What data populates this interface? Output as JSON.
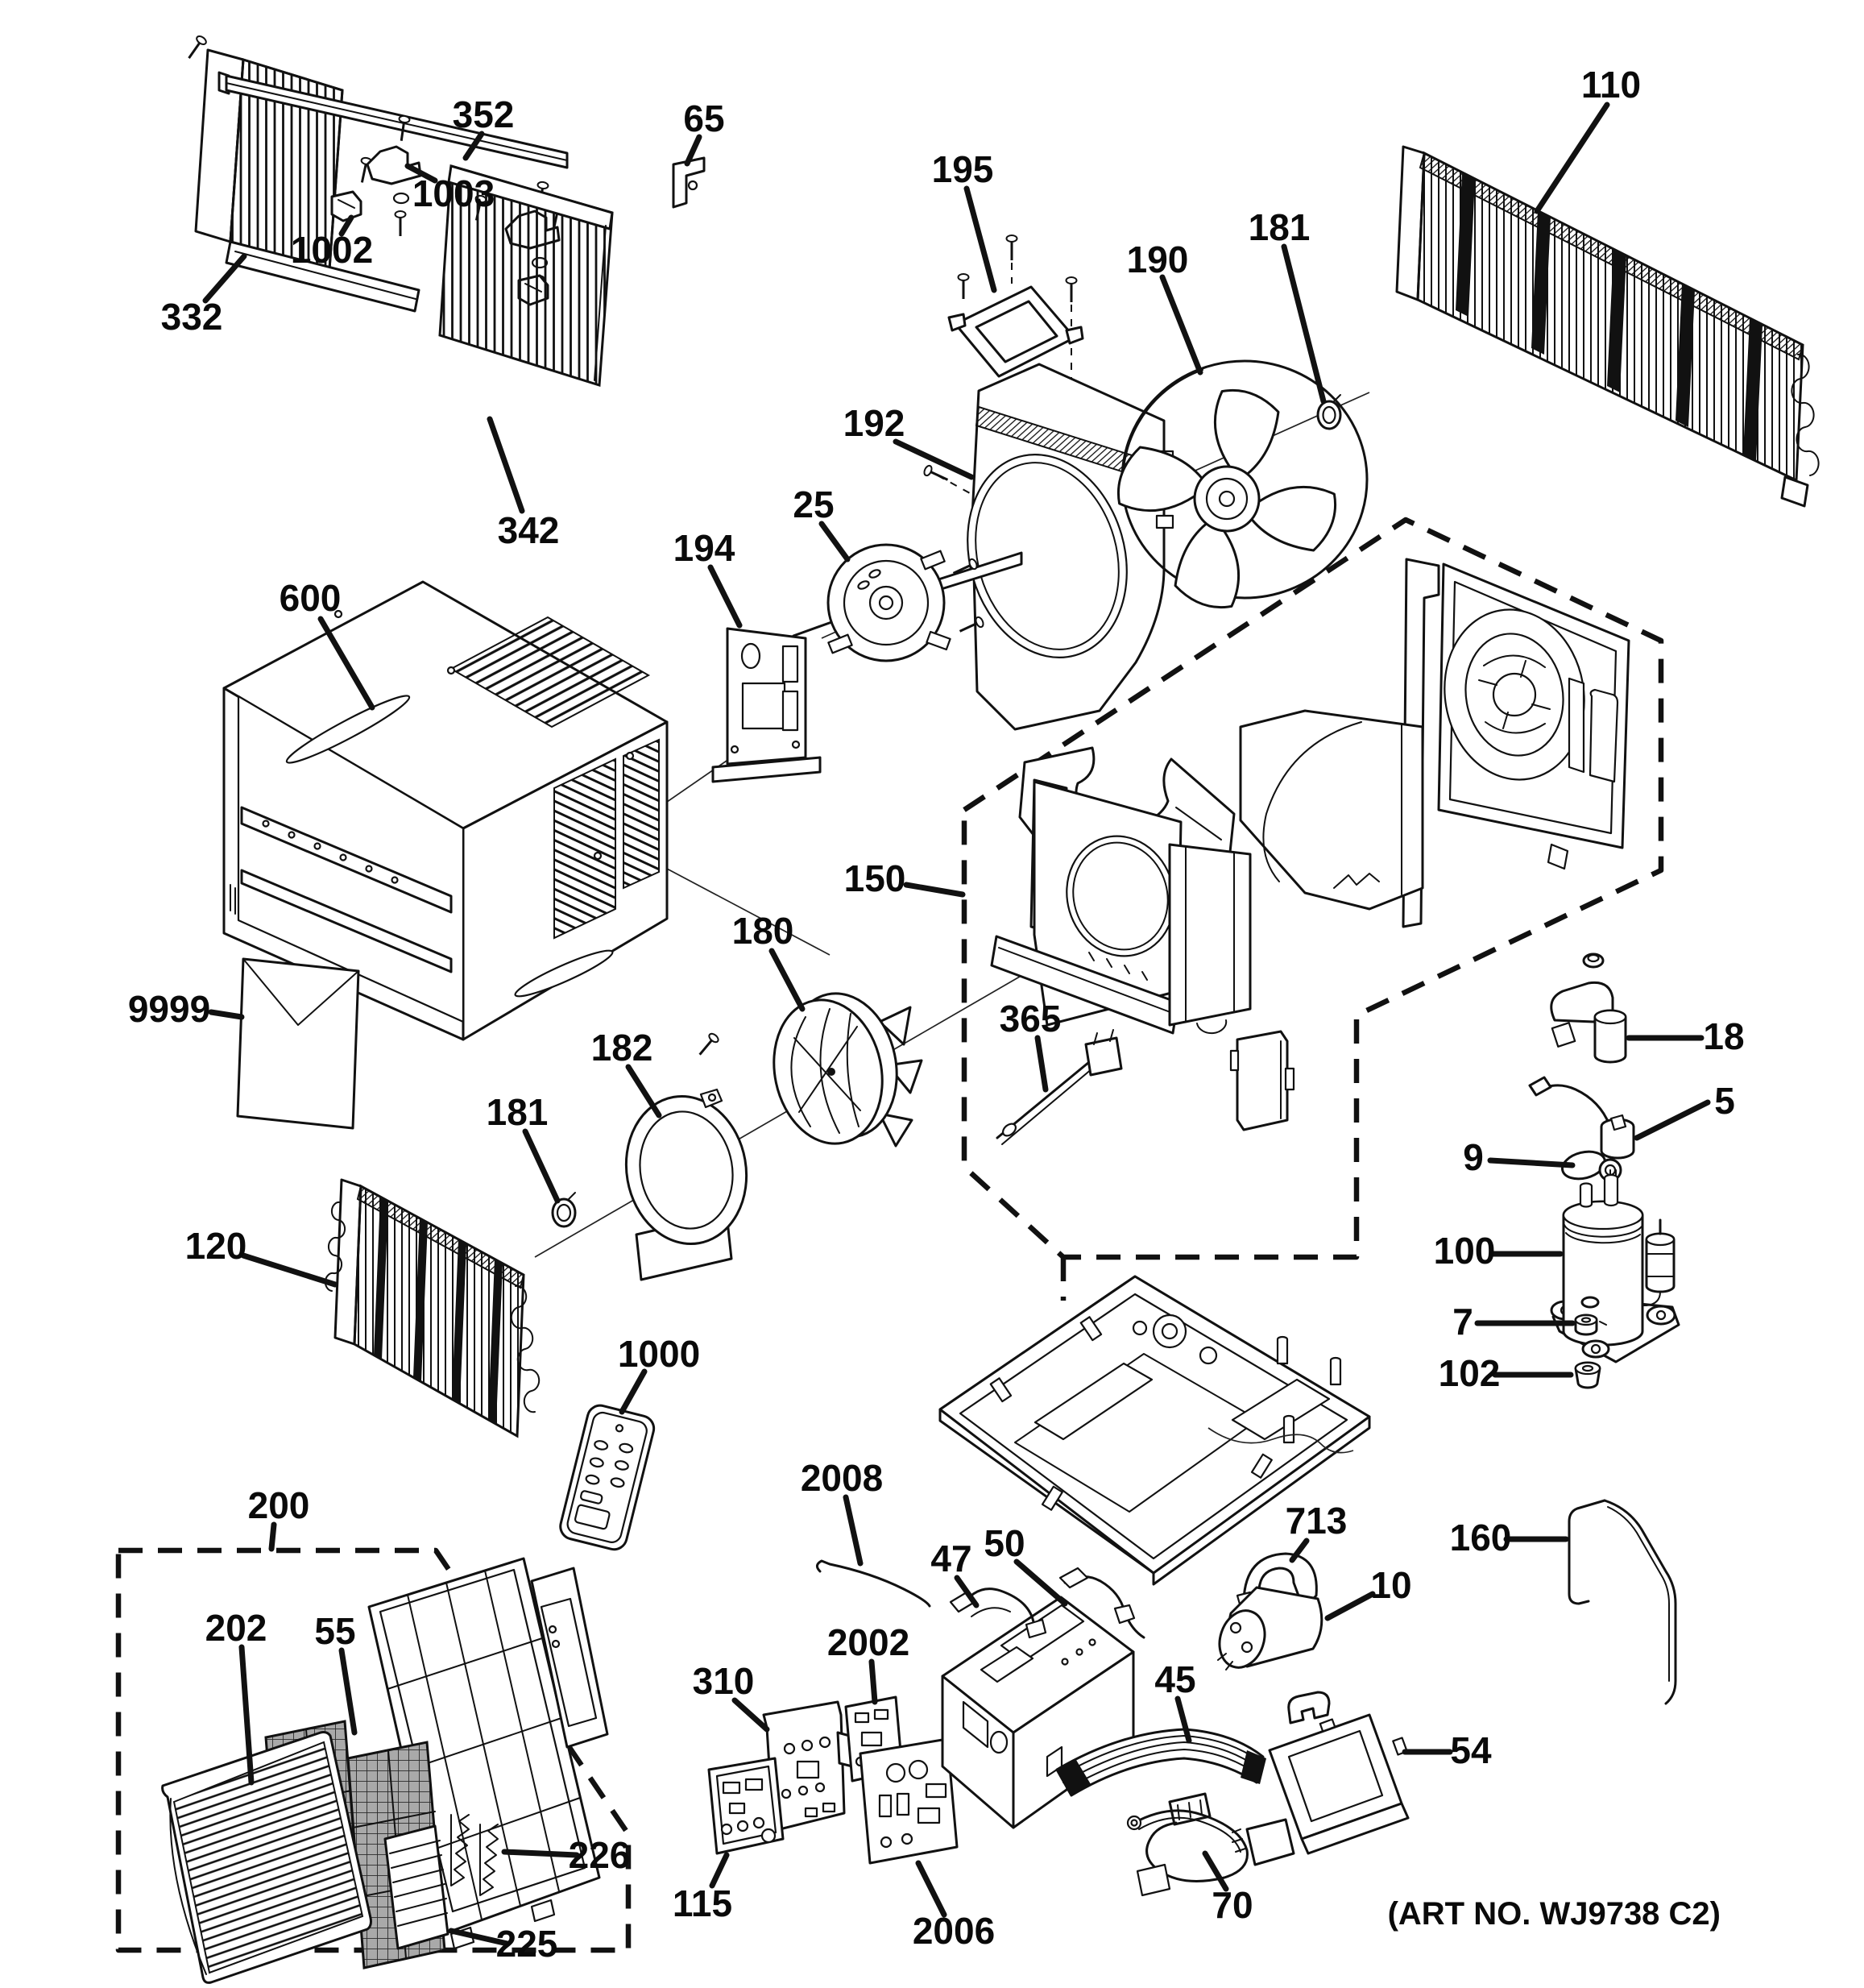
{
  "figure": {
    "art_no": "(ART NO. WJ9738 C2)",
    "callouts": {
      "c5": "5",
      "c7": "7",
      "c9": "9",
      "c10": "10",
      "c18": "18",
      "c25": "25",
      "c45": "45",
      "c47": "47",
      "c50": "50",
      "c54": "54",
      "c55": "55",
      "c65": "65",
      "c70": "70",
      "c100": "100",
      "c102": "102",
      "c110": "110",
      "c115": "115",
      "c120": "120",
      "c150": "150",
      "c160": "160",
      "c180": "180",
      "c181": "181",
      "c182": "182",
      "c190": "190",
      "c192": "192",
      "c194": "194",
      "c195": "195",
      "c200": "200",
      "c202": "202",
      "c225": "225",
      "c226": "226",
      "c310": "310",
      "c332": "332",
      "c342": "342",
      "c352": "352",
      "c365": "365",
      "c600": "600",
      "c713": "713",
      "c1000": "1000",
      "c1002": "1002",
      "c1003": "1003",
      "c2002": "2002",
      "c2006": "2006",
      "c2008": "2008",
      "c9999": "9999"
    }
  }
}
